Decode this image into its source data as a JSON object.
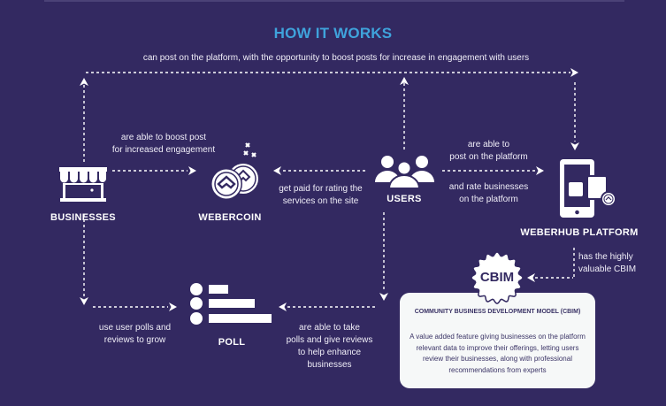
{
  "title": "HOW IT WORKS",
  "colors": {
    "background": "#332961",
    "title": "#3fa3dc",
    "card": "#f6f8f8",
    "card_text": "#3b3466"
  },
  "nodes": {
    "businesses": {
      "label": "BUSINESSES",
      "icon": "storefront-icon"
    },
    "webercoin": {
      "label": "WEBERCOIN",
      "icon": "coins-icon"
    },
    "users": {
      "label": "USERS",
      "icon": "users-group-icon"
    },
    "weberhub": {
      "label": "WEBERHUB PLATFORM",
      "icon": "mobile-platform-icon"
    },
    "poll": {
      "label": "POLL",
      "icon": "poll-bars-icon"
    },
    "cbim": {
      "label": "CBIM",
      "icon": "badge-icon"
    }
  },
  "captions": {
    "top": "can post on the platform, with the opportunity to boost posts for increase in engagement with users",
    "boost_line1": "are able to boost post",
    "boost_line2": "for increased engagement",
    "paid_line1": "get paid for rating the",
    "paid_line2": "services on the site",
    "post_line1": "are able to",
    "post_line2": "post on the platform",
    "rate_line1": "and rate businesses",
    "rate_line2": "on the platform",
    "cbim_line1": "has the highly",
    "cbim_line2": "valuable CBIM",
    "grow_line1": "use user polls and",
    "grow_line2": "reviews to grow",
    "polls_line1": "are able to take",
    "polls_line2": "polls and give reviews",
    "polls_line3": "to help enhance",
    "polls_line4": "businesses"
  },
  "card": {
    "title": "COMMUNITY BUSINESS DEVELOPMENT MODEL (CBIM)",
    "body": "A value added feature giving businesses on the platform relevant data to improve their offerings, letting users review their businesses, along with professional recommendations from experts"
  }
}
